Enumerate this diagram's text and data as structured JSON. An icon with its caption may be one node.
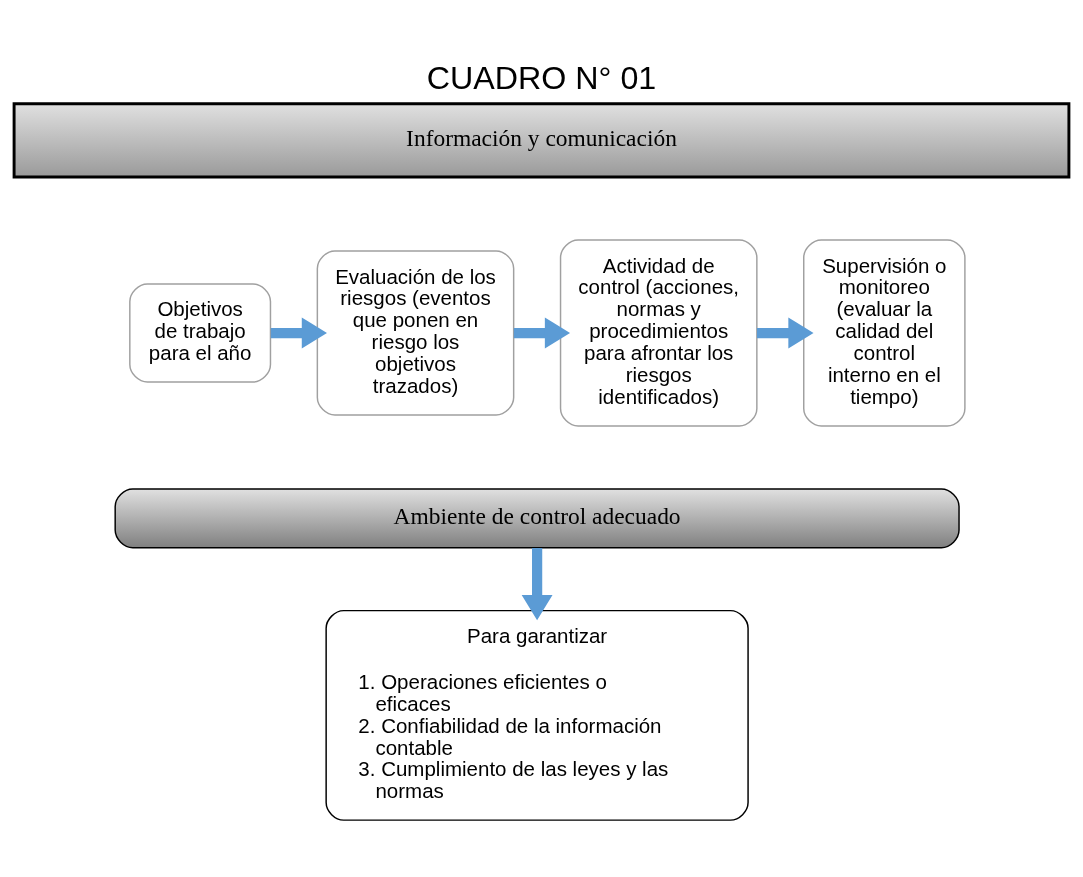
{
  "diagram": {
    "title": "CUADRO N° 01",
    "nodes": [
      {
        "text": [
          "Información y comunicación"
        ]
      },
      {
        "text": [
          "Objetivos de trabajo para el año"
        ]
      },
      {
        "text": [
          "Evaluación de los riesgos (eventos que ponen en riesgo los objetivos trazados)"
        ]
      },
      {
        "text": [
          "Actividad de control (acciones, normas y procedimientos para afrontar los riesgos identificados)"
        ]
      },
      {
        "text": [
          "Supervisión o monitoreo (evaluar la calidad del control interno en el tiempo)"
        ]
      },
      {
        "text": [
          "Ambiente de control adecuado"
        ]
      },
      {
        "text": [
          "Para garantizar",
          "1. Operaciones eficientes o eficaces",
          "2. Confiabilidad de la información contable",
          "3. Cumplimiento de las leyes y las normas"
        ]
      }
    ],
    "edges": [
      {
        "from": 1,
        "to": 2,
        "arrow": "to"
      },
      {
        "from": 2,
        "to": 3,
        "arrow": "to"
      },
      {
        "from": 3,
        "to": 4,
        "arrow": "to"
      },
      {
        "from": 5,
        "to": 6,
        "arrow": "to"
      }
    ]
  }
}
